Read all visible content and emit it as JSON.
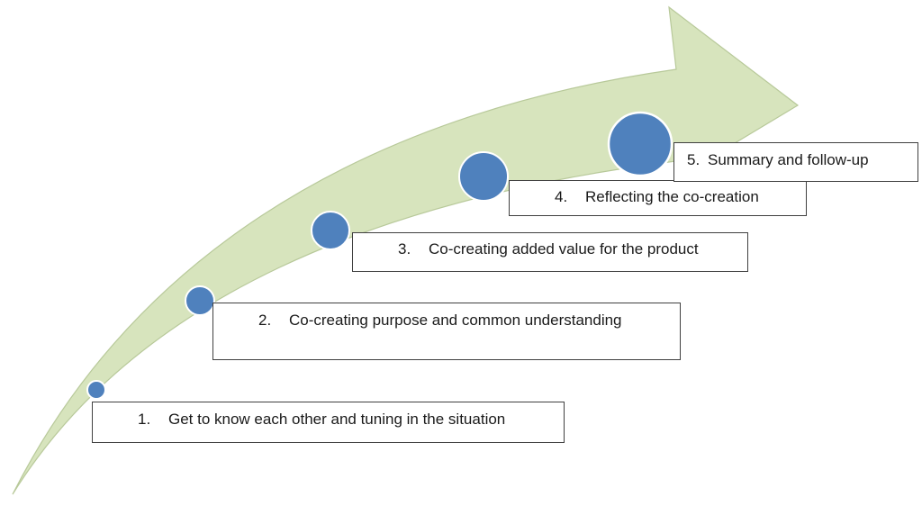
{
  "diagram": {
    "arrow_fill": "#d7e4bd",
    "arrow_stroke": "#b8c99a",
    "circle_fill": "#4f81bd",
    "circle_stroke": "#ffffff",
    "steps": [
      {
        "number": "1.",
        "label": "Get to know each other and tuning in the situation"
      },
      {
        "number": "2.",
        "label": "Co-creating purpose and common understanding"
      },
      {
        "number": "3.",
        "label": "Co-creating added value for the product"
      },
      {
        "number": "4.",
        "label": "Reflecting the co-creation"
      },
      {
        "number": "5.",
        "label": "Summary and follow-up"
      }
    ]
  }
}
